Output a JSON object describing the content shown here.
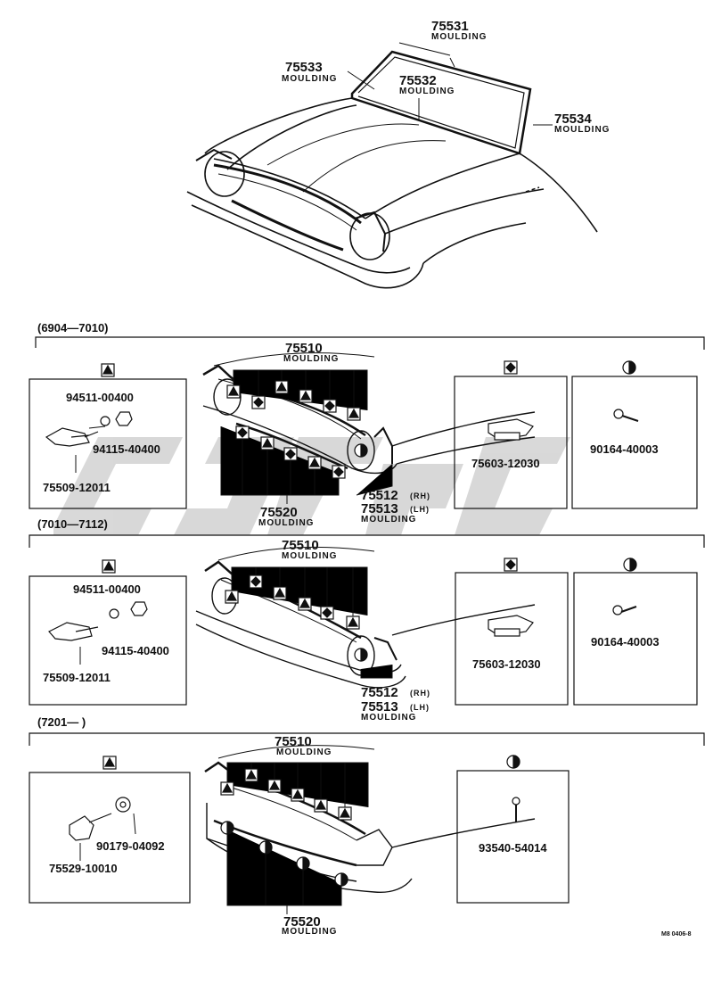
{
  "top": {
    "p75531": {
      "num": "75531",
      "name": "MOULDING"
    },
    "p75533": {
      "num": "75533",
      "name": "MOULDING"
    },
    "p75532": {
      "num": "75532",
      "name": "MOULDING"
    },
    "p75534": {
      "num": "75534",
      "name": "MOULDING"
    }
  },
  "sec1": {
    "period": "(6904—7010)",
    "mold_upper": {
      "num": "75510",
      "name": "MOULDING"
    },
    "mold_lower": {
      "num": "75520",
      "name": "MOULDING"
    },
    "mold_rh": "75512",
    "rh": "(RH)",
    "mold_lh": "75513",
    "lh": "(LH)",
    "mold_side_name": "MOULDING",
    "clip_a": "94511-00400",
    "clip_b": "94115-40400",
    "clip_c": "75509-12011",
    "part_d": "75603-12030",
    "part_h": "90164-40003"
  },
  "sec2": {
    "period": "(7010—7112)",
    "mold_upper": {
      "num": "75510",
      "name": "MOULDING"
    },
    "mold_rh": "75512",
    "rh": "(RH)",
    "mold_lh": "75513",
    "lh": "(LH)",
    "mold_side_name": "MOULDING",
    "clip_a": "94511-00400",
    "clip_b": "94115-40400",
    "clip_c": "75509-12011",
    "part_d": "75603-12030",
    "part_h": "90164-40003"
  },
  "sec3": {
    "period": "(7201—     )",
    "mold_upper": {
      "num": "75510",
      "name": "MOULDING"
    },
    "mold_lower": {
      "num": "75520",
      "name": "MOULDING"
    },
    "clip_a": "90179-04092",
    "clip_c": "75529-10010",
    "part_h": "93540-54014"
  },
  "footer_code": "M8 0406-8",
  "colors": {
    "ink": "#111111",
    "watermark": "#c8c8c8"
  }
}
